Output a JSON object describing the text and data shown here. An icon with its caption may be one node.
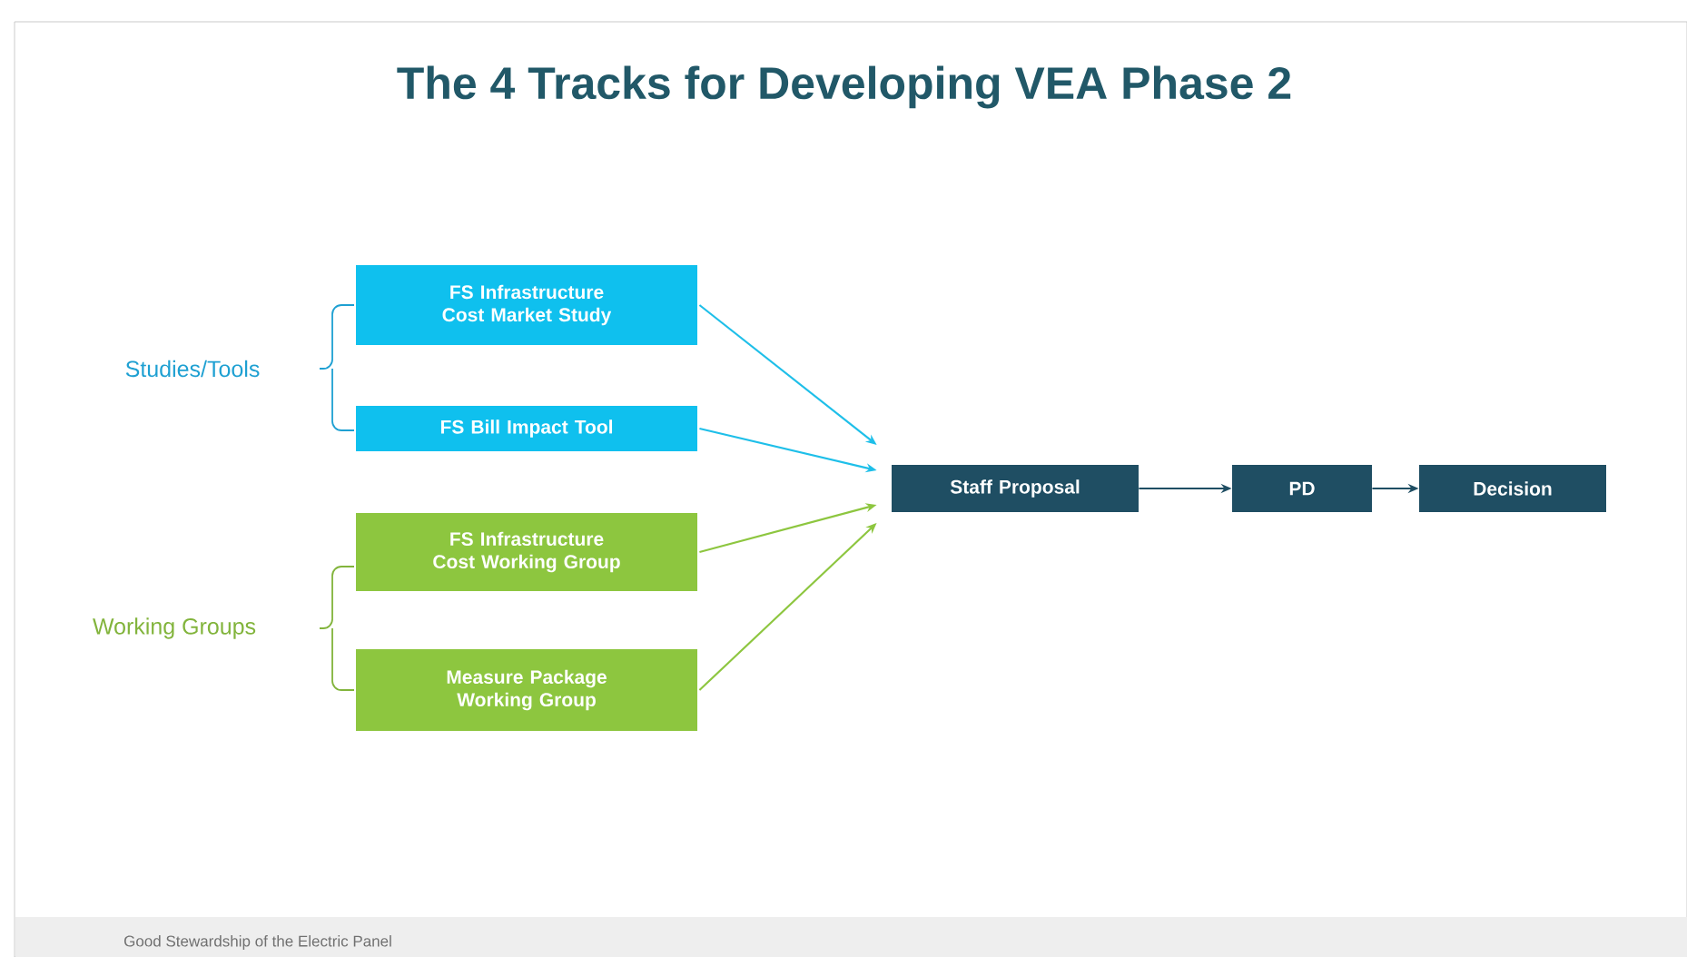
{
  "diagram": {
    "title": "The 4 Tracks for Developing VEA Phase 2",
    "nodes": [
      {
        "text": [
          "FS Infrastructure Cost Market Study"
        ]
      },
      {
        "text": [
          "FS Bill Impact Tool"
        ]
      },
      {
        "text": [
          "FS Infrastructure Cost Working Group"
        ]
      },
      {
        "text": [
          "Measure Package Working Group"
        ]
      },
      {
        "text": [
          "Staff Proposal"
        ]
      },
      {
        "text": [
          "PD"
        ]
      },
      {
        "text": [
          "Decision"
        ]
      }
    ],
    "edges": [
      {
        "from": 0,
        "to": 4,
        "arrow": "to",
        "color": "#1ebfe9"
      },
      {
        "from": 1,
        "to": 4,
        "arrow": "to",
        "color": "#1ebfe9"
      },
      {
        "from": 2,
        "to": 4,
        "arrow": "to",
        "color": "#8dc63f"
      },
      {
        "from": 3,
        "to": 4,
        "arrow": "to",
        "color": "#8dc63f"
      },
      {
        "from": 4,
        "to": 5,
        "arrow": "to",
        "color": "#1f4e63"
      },
      {
        "from": 5,
        "to": 6,
        "arrow": "to",
        "color": "#1f4e63"
      }
    ],
    "labels": [
      "Studies/Tools",
      "Working Groups",
      "Good Stewardship of the Electric Panel"
    ]
  }
}
